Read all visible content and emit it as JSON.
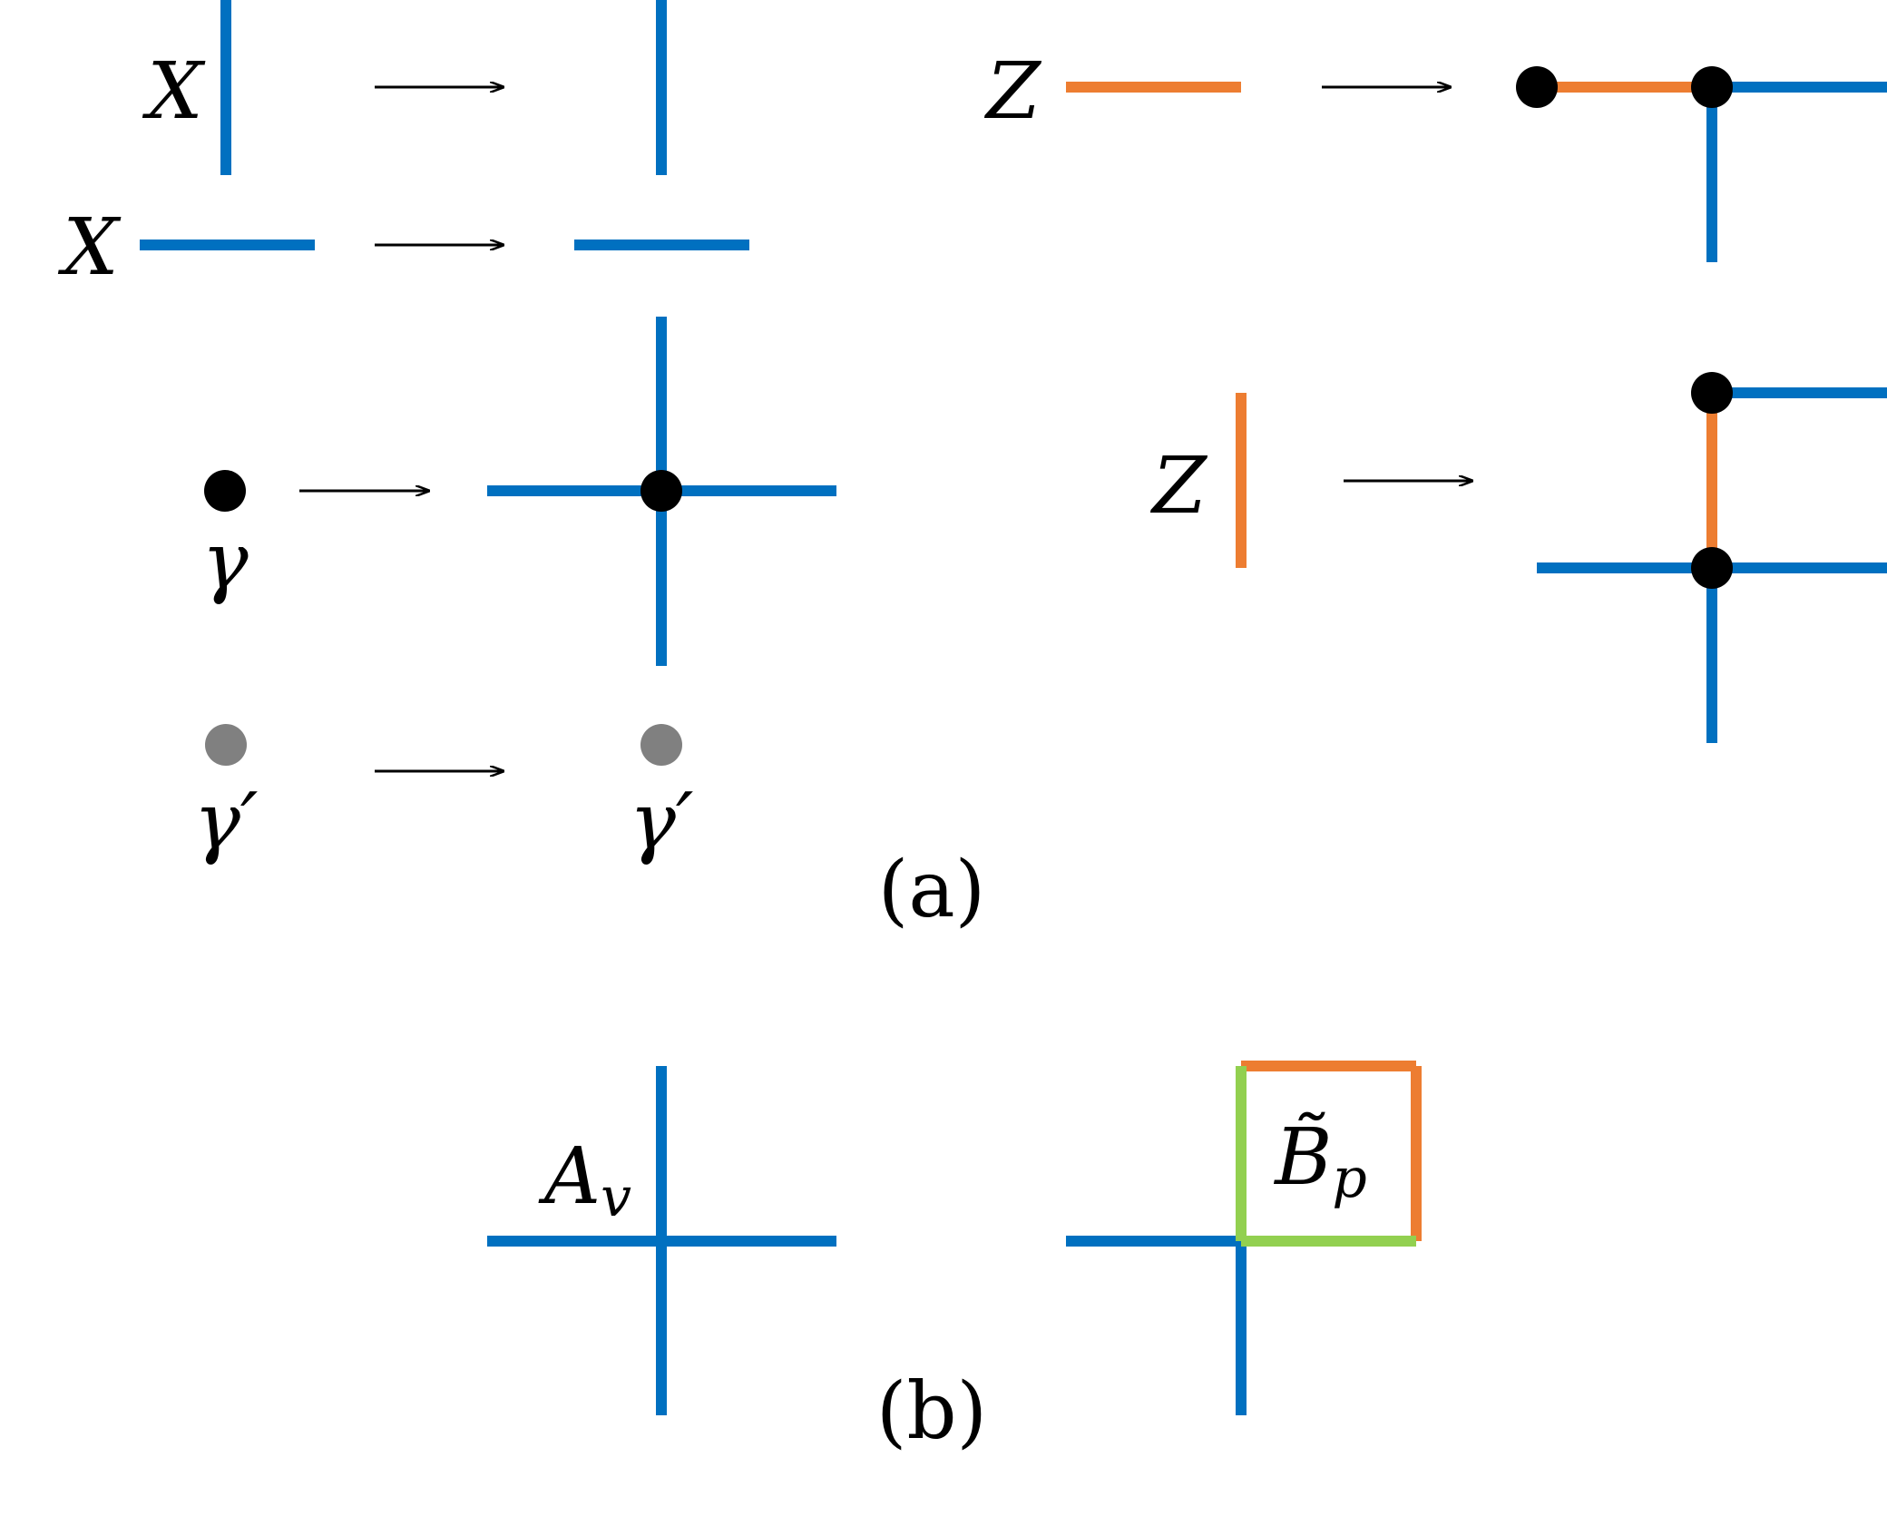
{
  "colors": {
    "blue": "#0070C0",
    "orange": "#ED7D31",
    "green": "#92D050",
    "black": "#000000",
    "gray": "#808080"
  },
  "labels": {
    "x_vertical": "X",
    "x_horizontal": "X",
    "z_horizontal": "Z",
    "z_vertical": "Z",
    "gamma": "γ",
    "gamma_prime_left": "γ′",
    "gamma_prime_right": "γ′",
    "panel_a": "(a)",
    "panel_b": "(b)",
    "a_v_main": "A",
    "a_v_sub": "v",
    "b_p_main": "B̃",
    "b_p_sub": "p"
  }
}
